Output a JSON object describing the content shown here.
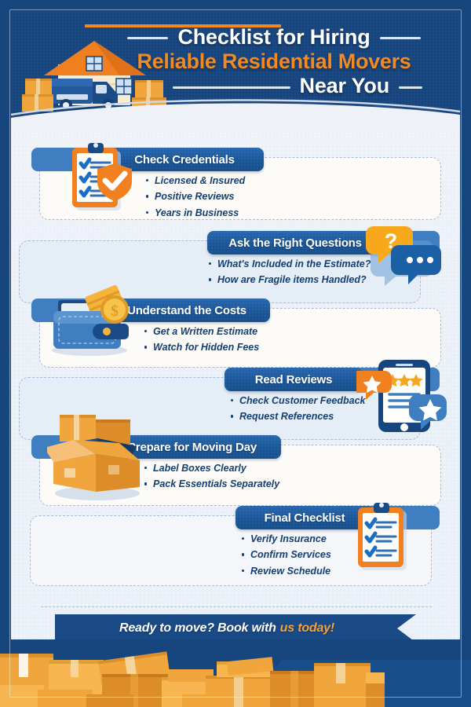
{
  "theme": {
    "navy": "#17457e",
    "deep_navy": "#133f72",
    "pill_blue": "#1b5698",
    "light_blue_bar": "#3f7ec0",
    "orange": "#f0881f",
    "title_orange": "#f28a22",
    "card_cream": "#fdfbf7",
    "card_blue": "#e5edf7",
    "page_bg": "#eef2f8"
  },
  "header": {
    "title_line1": "Checklist for Hiring",
    "title_line2": "Reliable Residential Movers",
    "title_line3": "Near You",
    "illustration": "moving-truck-and-house-illustration"
  },
  "sections": [
    {
      "id": "check-credentials",
      "title": "Check Credentials",
      "align": "left",
      "icon": "clipboard-shield-check-icon",
      "bullets": [
        "Licensed & Insured",
        "Positive Reviews",
        "Years in Business"
      ]
    },
    {
      "id": "ask-the-right-questions",
      "title": "Ask the Right Questions",
      "align": "right",
      "icon": "speech-bubbles-question-icon",
      "bullets": [
        "What's Included in the Estimate?",
        "How are Fragile items Handled?"
      ]
    },
    {
      "id": "understand-the-costs",
      "title": "Understand the Costs",
      "align": "left",
      "icon": "wallet-coin-icon",
      "bullets": [
        "Get a Written Estimate",
        "Watch for Hidden Fees"
      ]
    },
    {
      "id": "read-reviews",
      "title": "Read Reviews",
      "align": "right",
      "icon": "phone-stars-review-icon",
      "bullets": [
        "Check Customer Feedback",
        "Request References"
      ]
    },
    {
      "id": "prepare-for-moving-day",
      "title": "Prepare for Moving Day",
      "align": "left",
      "icon": "open-box-stack-icon",
      "bullets": [
        "Label Boxes Clearly",
        "Pack Essentials Separately"
      ]
    },
    {
      "id": "final-checklist",
      "title": "Final Checklist",
      "align": "right",
      "icon": "clipboard-check-icon",
      "bullets": [
        "Verify Insurance",
        "Confirm Services",
        "Review Schedule"
      ]
    }
  ],
  "cta": {
    "text": "Ready to move? Book with",
    "highlight": "us today!"
  },
  "footer": {
    "illustration": "stacked-cardboard-boxes-illustration"
  }
}
